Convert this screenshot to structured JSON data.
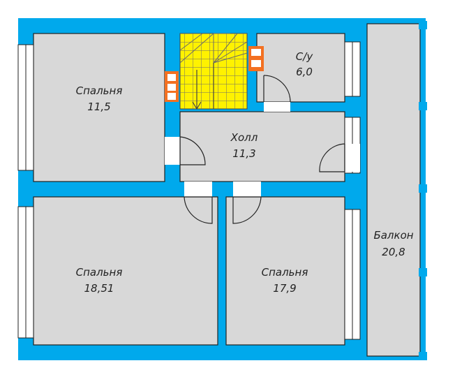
{
  "colors": {
    "wall": "#00a9ec",
    "room": "#d8d8d8",
    "stair": "#fff200",
    "vent": "#f37021",
    "outline": "#222222"
  },
  "rooms": {
    "bedroom_top_left": {
      "name": "Спальня",
      "area": "11,5"
    },
    "bathroom": {
      "name": "С/у",
      "area": "6,0"
    },
    "hall": {
      "name": "Холл",
      "area": "11,3"
    },
    "bedroom_bottom_left": {
      "name": "Спальня",
      "area": "18,51"
    },
    "bedroom_bottom_right": {
      "name": "Спальня",
      "area": "17,9"
    },
    "balcony": {
      "name": "Балкон",
      "area": "20,8"
    }
  }
}
